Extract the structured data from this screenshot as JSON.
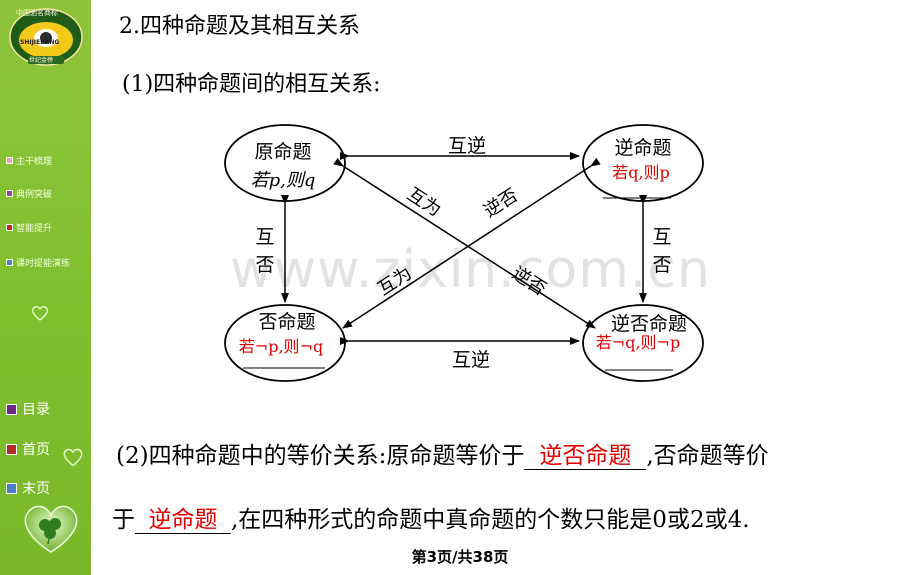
{
  "sidebar": {
    "logo": {
      "top_text": "中国驰名商标",
      "band_text": "SHIJIEBANG",
      "bottom_text": "世纪金榜"
    },
    "items": [
      {
        "label": "主干梳理",
        "color": "#e5a6b0"
      },
      {
        "label": "典例突破",
        "color": "#8a4a9c"
      },
      {
        "label": "智能提升",
        "color": "#c0262c"
      },
      {
        "label": "课时提能演练",
        "color": "#5a7fc2"
      }
    ],
    "nav": [
      {
        "label": "目录",
        "color": "#6b2a86"
      },
      {
        "label": "首页",
        "color": "#b22a2a"
      },
      {
        "label": "末页",
        "color": "#4a7fc7"
      }
    ]
  },
  "main": {
    "title": "2.四种命题及其相互关系",
    "subtitle": "(1)四种命题间的相互关系:",
    "paragraph": {
      "line1_prefix": "(2)四种命题中的等价关系:原命题等价于",
      "blank1": "逆否命题",
      "line1_suffix": ",否命题等价",
      "line2_prefix": "于",
      "blank2": "逆命题",
      "line2_suffix": ",在四种形式的命题中真命题的个数只能是0或2或4."
    },
    "page_indicator": "第3页/共38页",
    "watermark": "www.zixin.com.cn"
  },
  "diagram": {
    "original": {
      "title": "原命题",
      "condition": "若p,则q"
    },
    "converse": {
      "title": "逆命题",
      "condition": "若q,则p"
    },
    "inverse": {
      "title": "否命题",
      "condition": "若¬p,则¬q"
    },
    "contrapositive": {
      "title": "逆否命题",
      "condition": "若¬q,则¬p"
    },
    "top_relation": "互逆",
    "bottom_relation": "互逆",
    "left_relation_1": "互",
    "left_relation_2": "否",
    "right_relation_1": "互",
    "right_relation_2": "否",
    "diag_label_1": "互为",
    "diag_label_2": "逆否",
    "diag_label_3": "互为",
    "diag_label_4": "逆否",
    "accent_color": "#e00000"
  }
}
